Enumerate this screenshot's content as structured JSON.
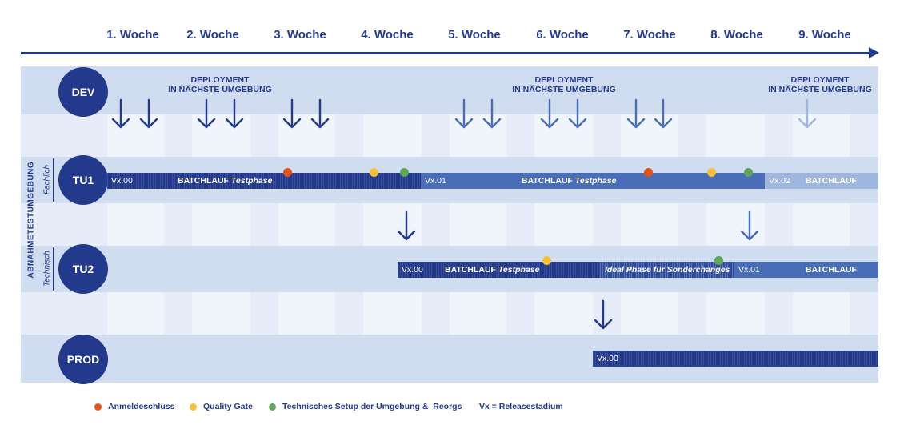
{
  "timeline": {
    "weeks": [
      "1. Woche",
      "2. Woche",
      "3. Woche",
      "4. Woche",
      "5. Woche",
      "6. Woche",
      "7. Woche",
      "8. Woche",
      "9. Woche"
    ]
  },
  "side_labels": {
    "group": "ABNAHMETESTUMGEBUNG",
    "fachlich": "Fachlich",
    "technisch": "Technisch"
  },
  "environments": {
    "dev": "DEV",
    "tu1": "TU1",
    "tu2": "TU2",
    "prod": "PROD"
  },
  "deployment_label": {
    "line1": "DEPLOYMENT",
    "line2": "IN NÄCHSTE UMGEBUNG"
  },
  "tu1_bars": [
    {
      "version": "Vx.00",
      "label": "BATCHLAUF",
      "phase": "Testphase"
    },
    {
      "version": "Vx.01",
      "label": "BATCHLAUF",
      "phase": "Testphase"
    },
    {
      "version": "Vx.02",
      "label": "BATCHLAUF",
      "phase": ""
    }
  ],
  "tu2_bars": [
    {
      "version": "Vx.00",
      "label": "BATCHLAUF",
      "phase": "Testphase"
    },
    {
      "version": "",
      "label": "",
      "phase": "Ideal Phase für Sonderchanges"
    },
    {
      "version": "Vx.01",
      "label": "BATCHLAUF",
      "phase": ""
    }
  ],
  "prod_bar": {
    "version": "Vx.00"
  },
  "colors": {
    "navy": "#22398c",
    "mid_blue": "#4a6db7",
    "light_blue": "#9fb6dd",
    "anmeldeschluss": "#e2541d",
    "quality_gate": "#f3c23a",
    "setup": "#5fa65a"
  },
  "legend": {
    "anmeldeschluss": "Anmeldeschluss",
    "quality_gate": "Quality Gate",
    "setup": "Technisches Setup der Umgebung &  Reorgs",
    "vx": "Vx = Releasestadium"
  }
}
